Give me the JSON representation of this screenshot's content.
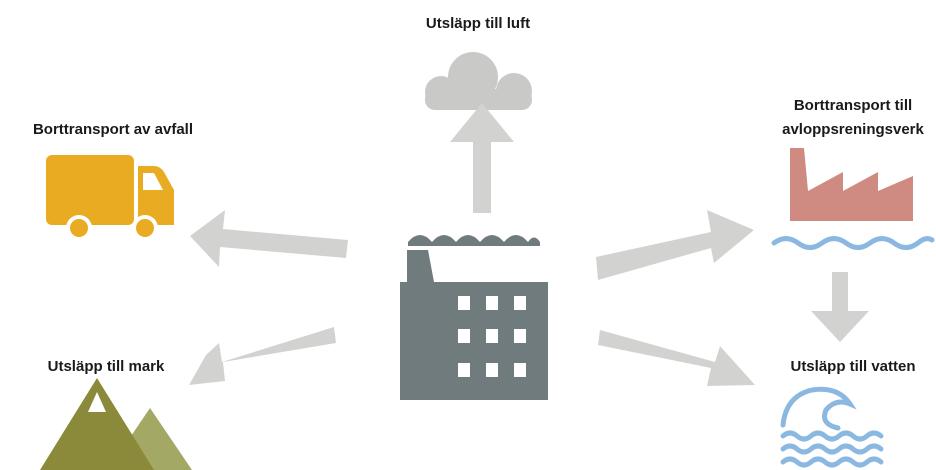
{
  "labels": {
    "air": "Utsläpp till luft",
    "waste": "Borttransport av avfall",
    "sewage_line1": "Borttransport till",
    "sewage_line2": "avloppsreningsverk",
    "ground": "Utsläpp till mark",
    "water": "Utsläpp till vatten"
  },
  "colors": {
    "arrow": "#d2d3d0",
    "cloud": "#c9cac7",
    "factory": "#6f7b7c",
    "truck": "#e8ab22",
    "plant": "#cf8a82",
    "water": "#8bb8e0",
    "mountain_dark": "#8b8a3a",
    "mountain_light": "#a4a865"
  },
  "icons": [
    "cloud-icon",
    "truck-icon",
    "factory-icon",
    "treatment-plant-icon",
    "mountains-icon",
    "wave-icon"
  ]
}
